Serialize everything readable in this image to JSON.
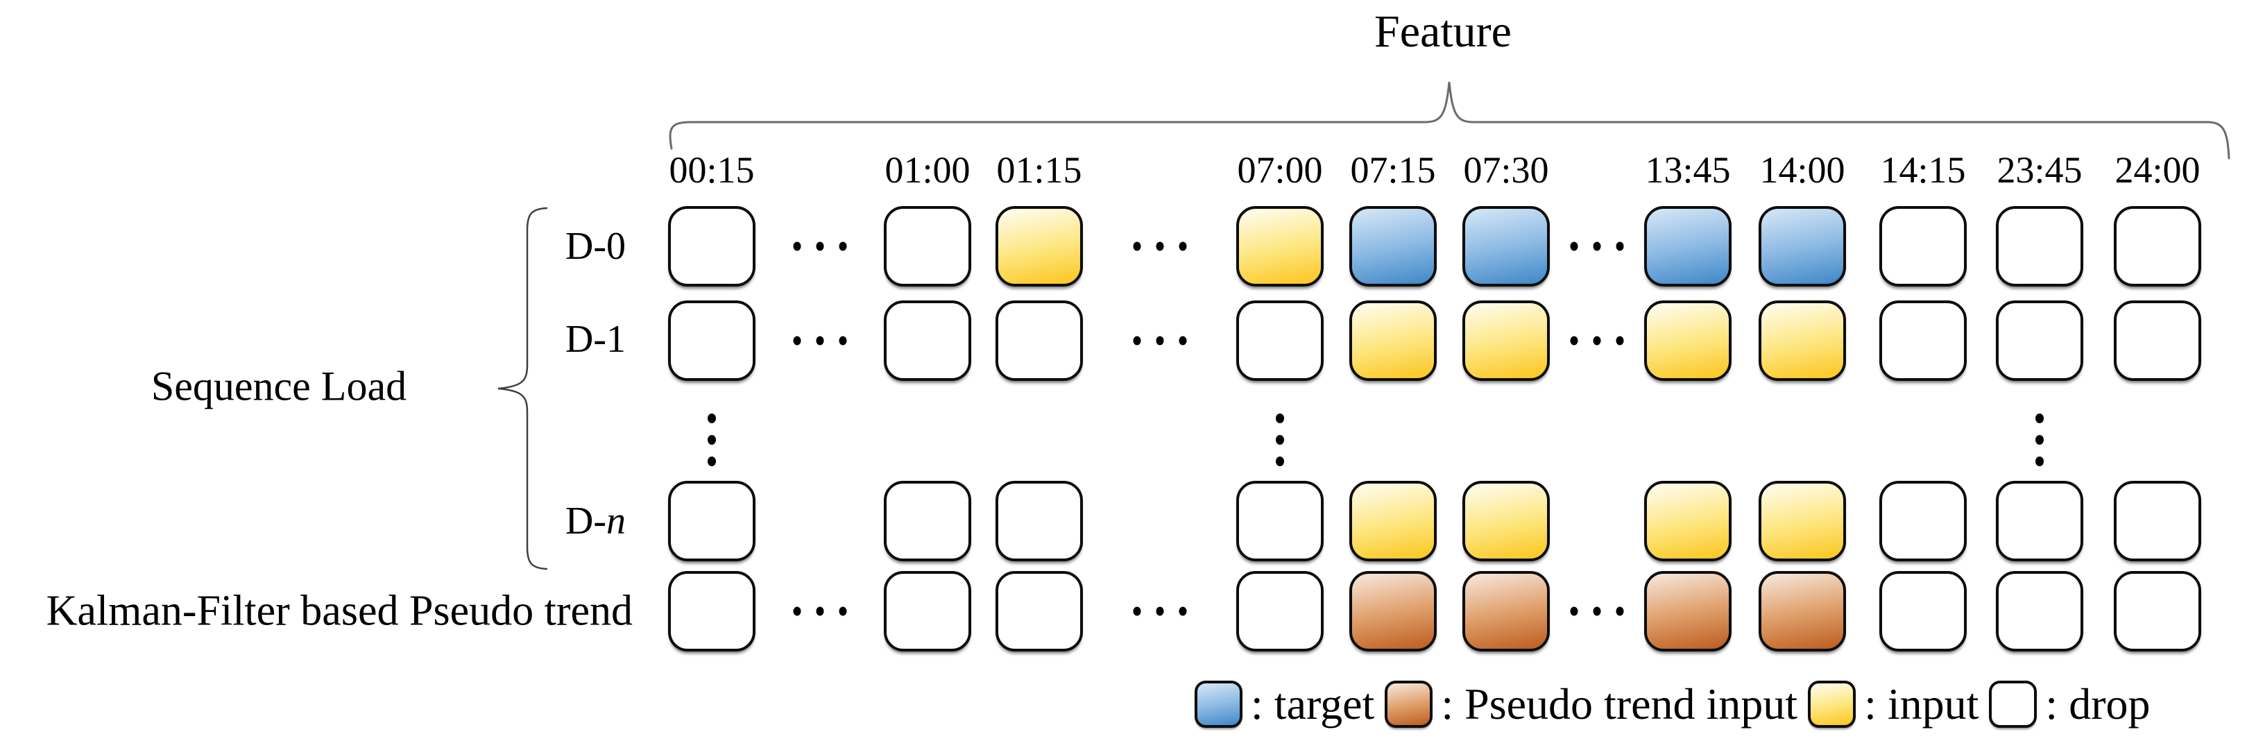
{
  "header": {
    "feature_label": "Feature"
  },
  "left": {
    "sequence_load_label": "Sequence Load"
  },
  "columns": [
    "00:15",
    "01:00",
    "01:15",
    "07:00",
    "07:15",
    "07:30",
    "13:45",
    "14:00",
    "14:15",
    "23:45",
    "24:00"
  ],
  "rows": [
    {
      "key": "d0",
      "label": "D-0",
      "cells": [
        "drop",
        "drop",
        "input",
        "input",
        "target",
        "target",
        "target",
        "target",
        "drop",
        "drop",
        "drop"
      ],
      "ellipsis_after": [
        0,
        2,
        5
      ]
    },
    {
      "key": "d1",
      "label": "D-1",
      "cells": [
        "drop",
        "drop",
        "drop",
        "drop",
        "input",
        "input",
        "input",
        "input",
        "drop",
        "drop",
        "drop"
      ],
      "ellipsis_after": [
        0,
        2,
        5
      ]
    },
    {
      "key": "dn",
      "label": "D-n",
      "label_parts": {
        "prefix": "D-",
        "italic": "n"
      },
      "cells": [
        "drop",
        "drop",
        "drop",
        "drop",
        "input",
        "input",
        "input",
        "input",
        "drop",
        "drop",
        "drop"
      ],
      "ellipsis_after": []
    },
    {
      "key": "pseudo",
      "label": "Kalman-Filter based Pseudo trend",
      "cells": [
        "drop",
        "drop",
        "drop",
        "drop",
        "pseudo",
        "pseudo",
        "pseudo",
        "pseudo",
        "drop",
        "drop",
        "drop"
      ],
      "ellipsis_after": [
        0,
        2,
        5
      ]
    }
  ],
  "vertical_ellipsis_columns": [
    "00:15",
    "07:00",
    "23:45"
  ],
  "legend": [
    {
      "type": "target",
      "label": ": target"
    },
    {
      "type": "pseudo",
      "label": ": Pseudo trend input"
    },
    {
      "type": "input",
      "label": ": input"
    },
    {
      "type": "drop",
      "label": ": drop"
    }
  ],
  "colors": {
    "target_top": "#d6e8f7",
    "target_mid": "#8fbbe4",
    "target_bottom": "#3e88c8",
    "input_top": "#fffdf2",
    "input_mid": "#fde784",
    "input_bottom": "#fcc61d",
    "pseudo_top": "#f7e9dd",
    "pseudo_mid": "#dfa06c",
    "pseudo_bottom": "#bd5c1e",
    "drop_fill": "#ffffff",
    "cell_border": "#0d0d0d",
    "top_brace": "#6b6b6b",
    "left_brace": "#3f3f3f"
  }
}
